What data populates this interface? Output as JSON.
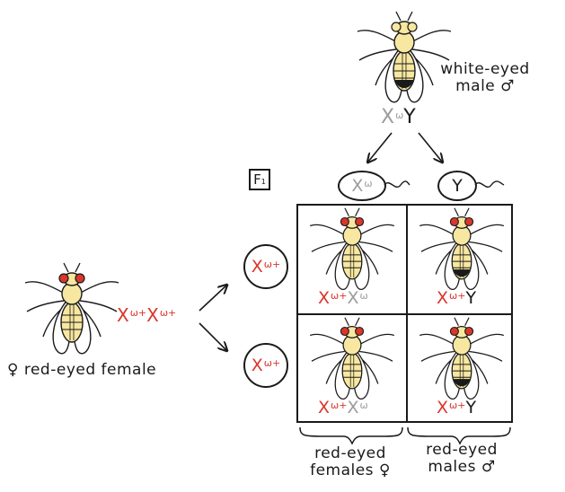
{
  "male": {
    "label_line1": "white-eyed",
    "label_line2": "male ♂",
    "genotype": {
      "x": "X",
      "x_sup": "ω",
      "y": "Y"
    }
  },
  "female": {
    "label": "♀ red-eyed female",
    "genotype": {
      "x1": "X",
      "x1_sup": "ω+",
      "x2": "X",
      "x2_sup": "ω+"
    }
  },
  "generation_label": "F",
  "generation_sub": "1",
  "sperm": [
    {
      "letter": "X",
      "sup": "ω"
    },
    {
      "letter": "Y",
      "sup": ""
    }
  ],
  "eggs": [
    {
      "letter": "X",
      "sup": "ω+"
    },
    {
      "letter": "X",
      "sup": "ω+"
    }
  ],
  "punnett": [
    {
      "a": "X",
      "a_sup": "ω+",
      "b": "X",
      "b_sup": "ω"
    },
    {
      "a": "X",
      "a_sup": "ω+",
      "b": "Y",
      "b_sup": ""
    },
    {
      "a": "X",
      "a_sup": "ω+",
      "b": "X",
      "b_sup": "ω"
    },
    {
      "a": "X",
      "a_sup": "ω+",
      "b": "Y",
      "b_sup": ""
    }
  ],
  "offspring_labels": {
    "females_line1": "red-eyed",
    "females_line2": "females ♀",
    "males_line1": "red-eyed",
    "males_line2": "males ♂"
  },
  "colors": {
    "red_allele": "#d9362c",
    "white_allele": "#9c9c9c",
    "ink": "#1a1a1a",
    "fly_body": "#f7e7a0",
    "fly_eye_red": "#d9362c"
  }
}
